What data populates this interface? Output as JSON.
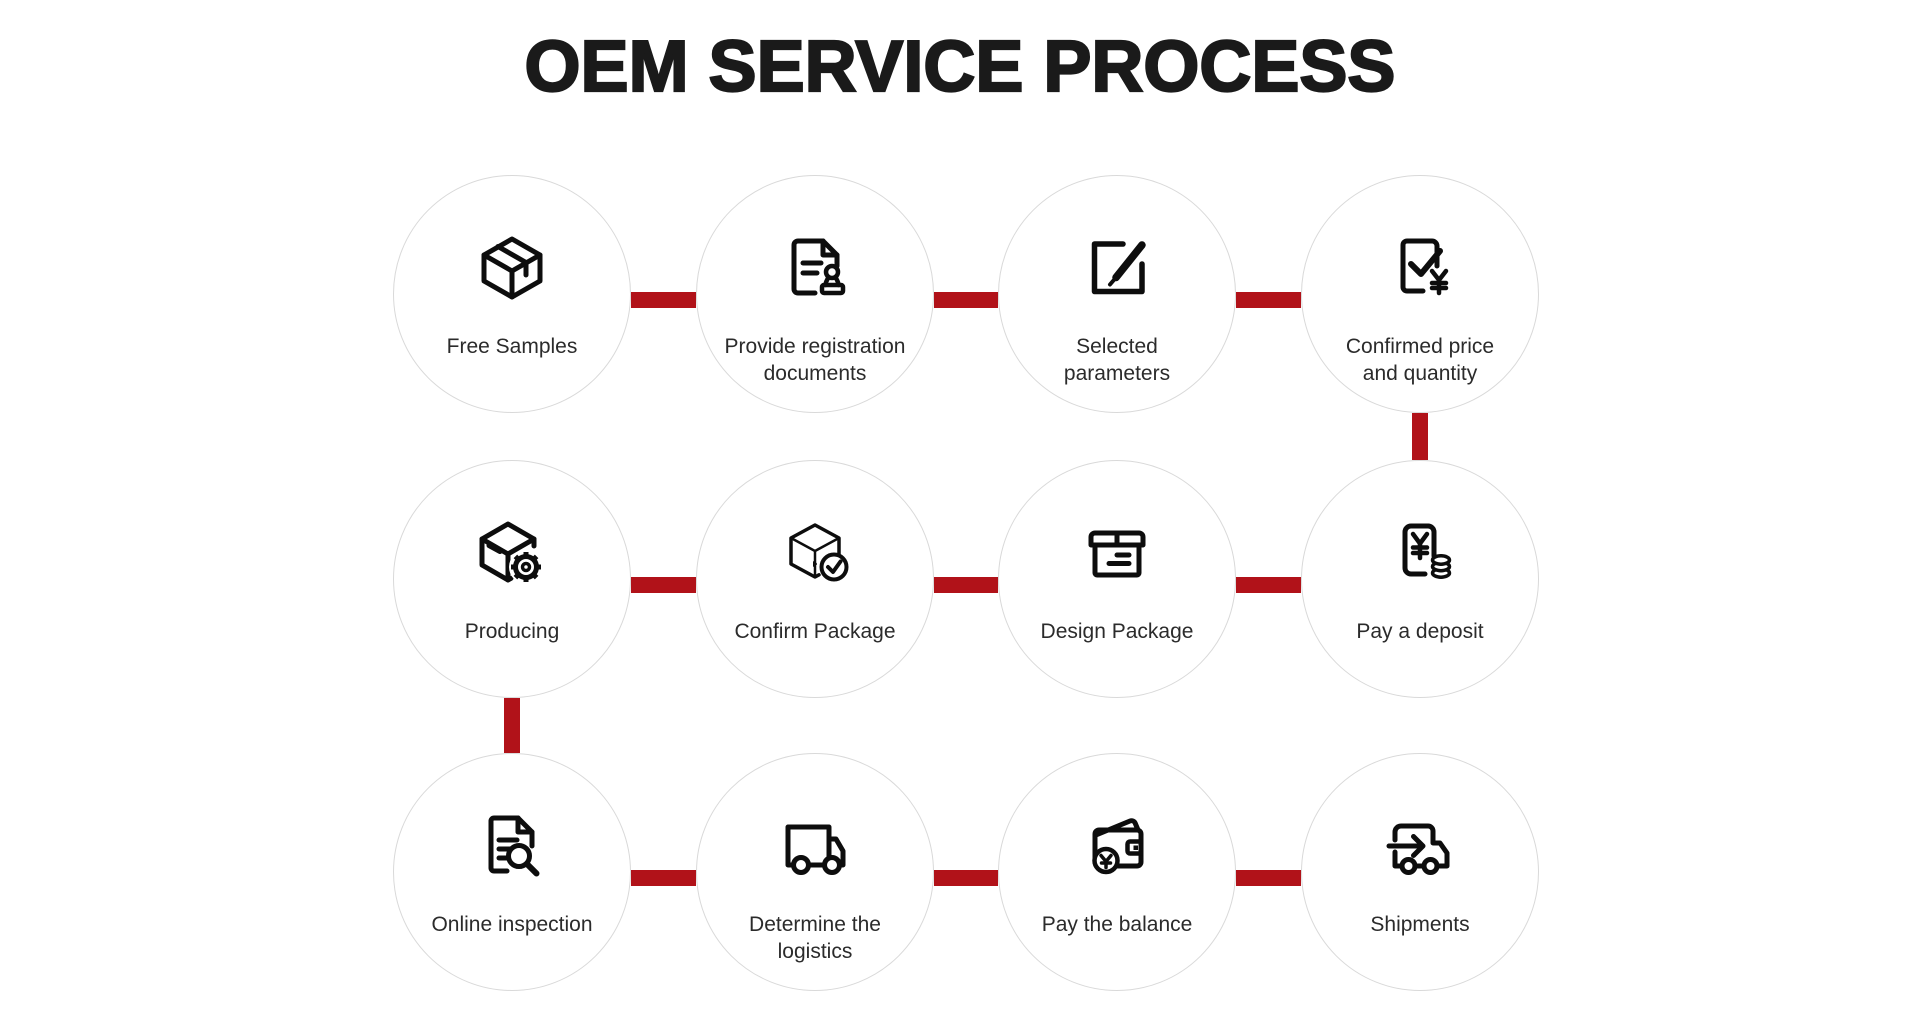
{
  "title": "OEM SERVICE PROCESS",
  "colors": {
    "accent": "#b11219",
    "circle_border": "#d9d9d9",
    "icon": "#0d0d0d",
    "label": "#2b2b2b",
    "title_color": "#1a1a1a",
    "background": "#ffffff"
  },
  "steps": [
    {
      "label": "Free Samples",
      "icon": "package-box-icon"
    },
    {
      "label": "Provide registration\ndocuments",
      "icon": "document-stamp-icon"
    },
    {
      "label": "Selected\nparameters",
      "icon": "edit-square-icon"
    },
    {
      "label": "Confirmed price\nand quantity",
      "icon": "checklist-yen-icon"
    },
    {
      "label": "Producing",
      "icon": "box-gear-icon"
    },
    {
      "label": "Confirm Package",
      "icon": "box-check-icon"
    },
    {
      "label": "Design Package",
      "icon": "carton-box-icon"
    },
    {
      "label": "Pay a deposit",
      "icon": "yen-card-coins-icon"
    },
    {
      "label": "Online inspection",
      "icon": "document-magnifier-icon"
    },
    {
      "label": "Determine the\nlogistics",
      "icon": "delivery-truck-icon"
    },
    {
      "label": "Pay the balance",
      "icon": "wallet-yen-icon"
    },
    {
      "label": "Shipments",
      "icon": "shipment-truck-icon"
    }
  ]
}
